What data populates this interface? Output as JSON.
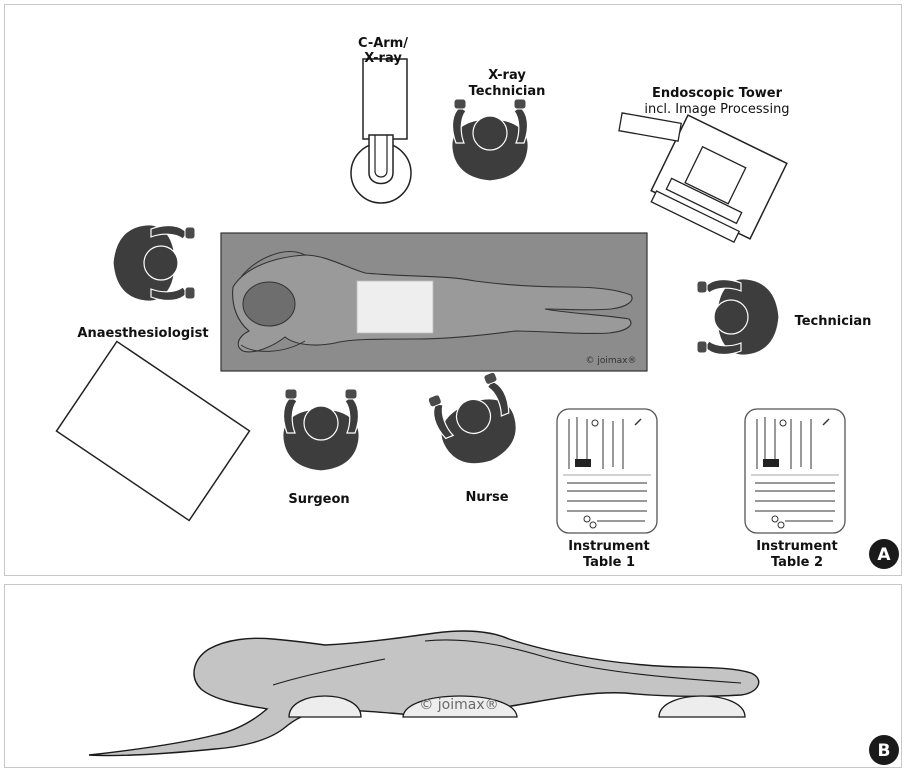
{
  "panel_a": {
    "badge": "A",
    "labels": {
      "c_arm_line1": "C-Arm/",
      "c_arm_line2": "X-ray",
      "xray_tech_line1": "X-ray",
      "xray_tech_line2": "Technician",
      "endo_line1": "Endoscopic Tower",
      "endo_line2": "incl. Image Processing",
      "anaesthesiologist": "Anaesthesiologist",
      "technician": "Technician",
      "surgeon": "Surgeon",
      "nurse": "Nurse",
      "table1_line1": "Instrument",
      "table1_line2": "Table 1",
      "table2_line1": "Instrument",
      "table2_line2": "Table 2"
    },
    "watermark": "© joimax®"
  },
  "panel_b": {
    "badge": "B",
    "watermark": "© joimax®"
  },
  "colors": {
    "person": "#3d3d3d",
    "operating_table": "#8c8c8c",
    "sterile_field": "#eeeeee",
    "badge": "#1a1a1a",
    "body_side_view": "#c4c4c4"
  }
}
